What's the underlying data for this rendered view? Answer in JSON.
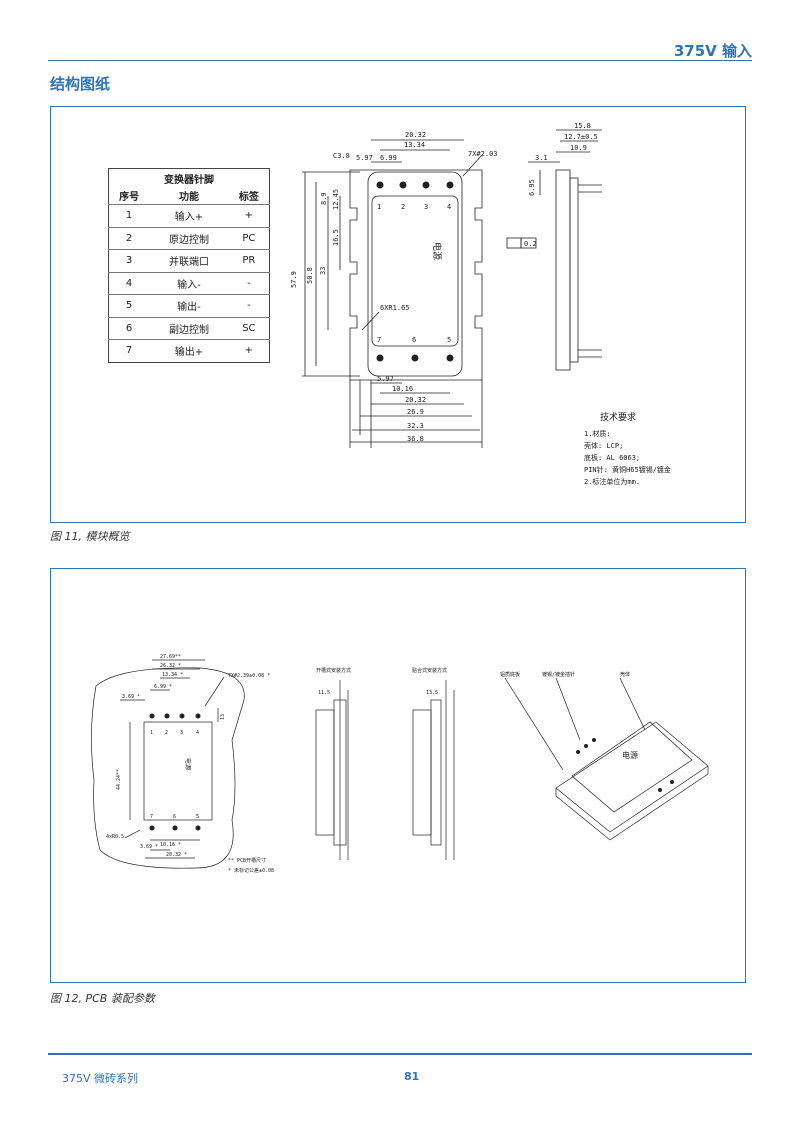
{
  "header": {
    "title": "375V 输入"
  },
  "section": {
    "title": "结构图纸"
  },
  "figure11": {
    "caption": "图 11,   模块概览",
    "pin_table": {
      "caption": "变换器针脚",
      "columns": [
        "序号",
        "功能",
        "标签"
      ],
      "rows": [
        [
          "1",
          "输入+",
          "+"
        ],
        [
          "2",
          "原边控制",
          "PC"
        ],
        [
          "3",
          "并联端口",
          "PR"
        ],
        [
          "4",
          "输入-",
          "-"
        ],
        [
          "5",
          "输出-",
          "-"
        ],
        [
          "6",
          "副边控制",
          "SC"
        ],
        [
          "7",
          "输出+",
          "+"
        ]
      ]
    },
    "dims": {
      "d2032": "20.32",
      "d1334": "13.34",
      "c38": "C3.8",
      "d597": "5.97",
      "d699": "6.99",
      "holes": "7X#2.03",
      "d89": "8.9",
      "d1245": "12.45",
      "d165": "16.5",
      "d579": "57.9",
      "d508": "50.8",
      "d33": "33",
      "r165": "6XR1.65",
      "b597": "5.97",
      "b1016": "10.16",
      "b2032": "20.32",
      "b269": "26.9",
      "b323": "32.3",
      "b368": "36.8",
      "s158": "15.8",
      "s127": "12.7±0.5",
      "s109": "10.9",
      "s31": "3.1",
      "s695": "6.95",
      "flat": "0.2"
    },
    "pin_numbers": [
      "1",
      "2",
      "3",
      "4",
      "7",
      "6",
      "5"
    ],
    "logo_text": "电源",
    "tech": {
      "title": "技术要求",
      "lines": [
        "1.材质:",
        "壳体: LCP;",
        "底板: AL 6063;",
        "PIN针: 黄铜H65镀锡/镀金",
        "2.标注单位为mm."
      ]
    }
  },
  "figure12": {
    "caption": "图 12,   PCB 装配参数",
    "dims": {
      "a2769": "27.69**",
      "a2632": "26.32 *",
      "a1334": "13.34 *",
      "a699": "6.99 *",
      "a369": "3.69 *",
      "holes": "7X#2.39±0.08 *",
      "a13": "13",
      "a4424": "44.24**",
      "a4r05": "4xR0.5",
      "a369b": "3.69 *",
      "a1016": "10.16 *",
      "a2032": "20.32 *",
      "note1": "** PCB开槽尺寸",
      "note2": "* 未标记公差±0.08",
      "v1": "开槽式安装方式",
      "v1d": "11.5",
      "v2": "贴合式安装方式",
      "v2d": "13.5",
      "iso1": "铝质底板",
      "iso2": "镀锡/镀金插针",
      "iso3": "壳体",
      "pcb_pins": [
        "1",
        "2",
        "3",
        "4",
        "7",
        "6",
        "5"
      ],
      "logo_text": "电源"
    }
  },
  "footer": {
    "series": "375V 微砖系列",
    "page": "81"
  }
}
